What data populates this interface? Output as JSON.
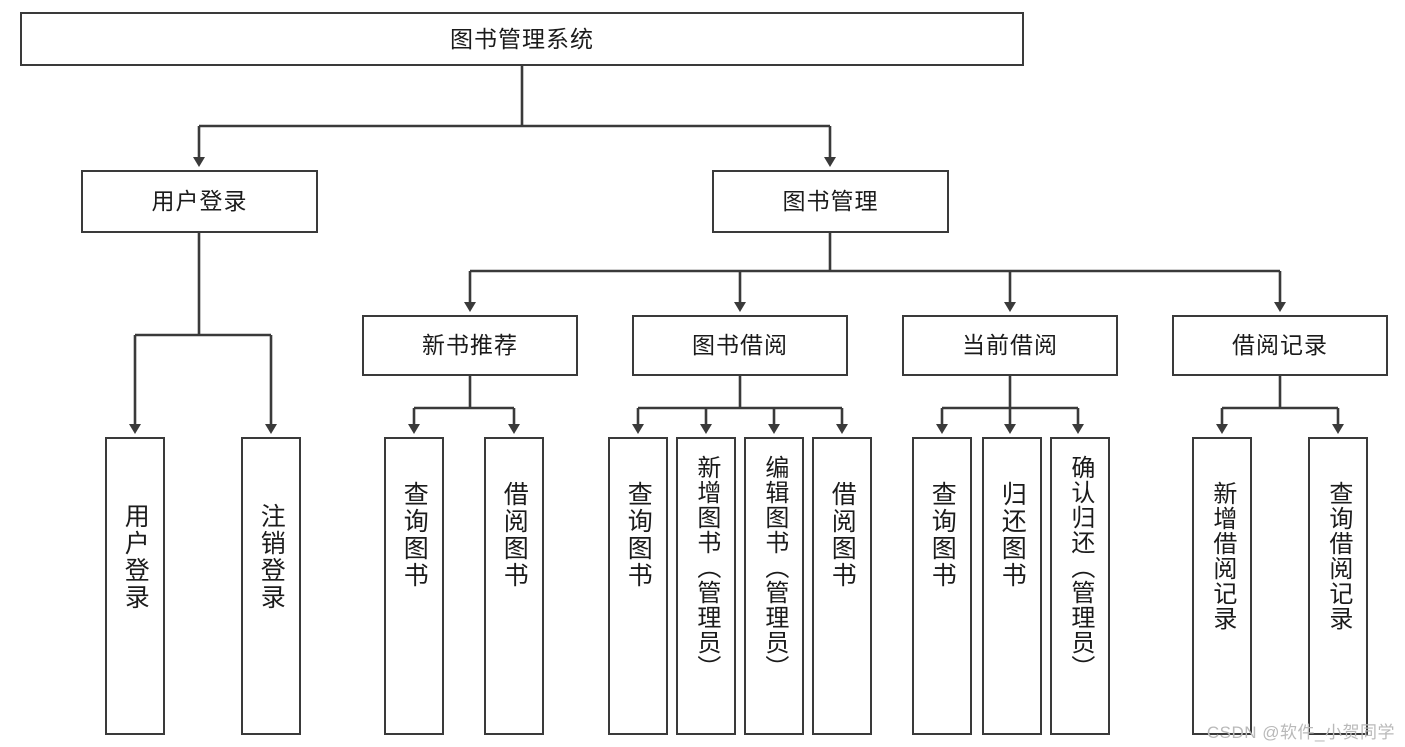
{
  "diagram": {
    "title": "图书管理系统",
    "watermark": "CSDN @软件_小贺同学",
    "colors": {
      "box_border": "#3a3a3a",
      "box_fill": "#ffffff",
      "connector": "#3a3a3a",
      "text": "#1b1b1b",
      "watermark": "#b9b9b9"
    },
    "root": {
      "label": "图书管理系统"
    },
    "level2": [
      {
        "label": "用户登录"
      },
      {
        "label": "图书管理"
      }
    ],
    "level3": [
      {
        "label": "新书推荐"
      },
      {
        "label": "图书借阅"
      },
      {
        "label": "当前借阅"
      },
      {
        "label": "借阅记录"
      }
    ],
    "leaves": {
      "user_login": [
        {
          "label": "用户登录"
        },
        {
          "label": "注销登录"
        }
      ],
      "new_book": [
        {
          "label": "查询图书"
        },
        {
          "label": "借阅图书"
        }
      ],
      "book_borrow": [
        {
          "label": "查询图书"
        },
        {
          "label": "新增图书（管理员）"
        },
        {
          "label": "编辑图书（管理员）"
        },
        {
          "label": "借阅图书"
        }
      ],
      "current_borrow": [
        {
          "label": "查询图书"
        },
        {
          "label": "归还图书"
        },
        {
          "label": "确认归还（管理员）"
        }
      ],
      "borrow_record": [
        {
          "label": "新增借阅记录"
        },
        {
          "label": "查询借阅记录"
        }
      ]
    }
  }
}
